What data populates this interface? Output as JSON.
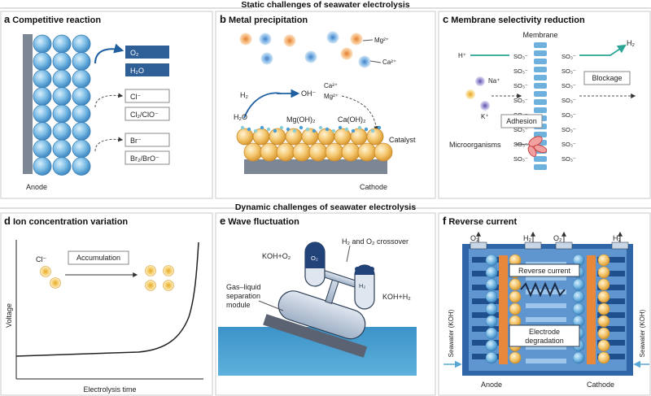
{
  "headers": {
    "static": "Static challenges of seawater electrolysis",
    "dynamic": "Dynamic challenges of seawater electrolysis"
  },
  "panels": {
    "a": {
      "letter": "a",
      "title": "Competitive reaction",
      "anode": "Anode",
      "o2": "O₂",
      "h2o": "H₂O",
      "cl": "Cl⁻",
      "cl2": "Cl₂/ClO⁻",
      "br": "Br⁻",
      "br2": "Br₂/BrO⁻"
    },
    "b": {
      "letter": "b",
      "title": "Metal precipitation",
      "mg": "Mg²⁺",
      "ca": "Ca²⁺",
      "h2": "H₂",
      "oh": "OH⁻",
      "ca2": "Ca²⁺",
      "mg2": "Mg²⁺",
      "h2o": "H₂O",
      "mgoh": "Mg(OH)₂",
      "caoh": "Ca(OH)₂",
      "catalyst": "Catalyst",
      "cathode": "Cathode"
    },
    "c": {
      "letter": "c",
      "title": "Membrane selectivity reduction",
      "membrane": "Membrane",
      "h": "H⁺",
      "h2": "H₂",
      "so3": "SO₃⁻",
      "na": "Na⁺",
      "k": "K⁺",
      "blockage": "Blockage",
      "adhesion": "Adhesion",
      "microorganisms": "Microorganisms"
    },
    "d": {
      "letter": "d",
      "title": "Ion concentration variation",
      "cl": "Cl⁻",
      "accumulation": "Accumulation",
      "ylabel": "Voltage",
      "xlabel": "Electrolysis time"
    },
    "e": {
      "letter": "e",
      "title": "Wave fluctuation",
      "crossover": "H₂ and O₂ crossover",
      "koho2": "KOH+O₂",
      "kohh2": "KOH+H₂",
      "o2": "O₂",
      "h2": "H₂",
      "module": [
        "Gas–liquid",
        "separation",
        "module"
      ]
    },
    "f": {
      "letter": "f",
      "title": "Reverse current",
      "o2": "O₂",
      "h2": "H₂",
      "reverse": "Reverse current",
      "degradation": [
        "Electrode",
        "degradation"
      ],
      "seawater": "Seawater (KOH)",
      "anode": "Anode",
      "cathode": "Cathode"
    }
  },
  "colors": {
    "blue_ball": "#6fb1dd",
    "orange_ball": "#f0b955",
    "panel_border": "#c8c8c8",
    "dark_blue": "#2e5f97",
    "teal_arrow": "#2aa596",
    "sea": "#4b9fcf"
  }
}
